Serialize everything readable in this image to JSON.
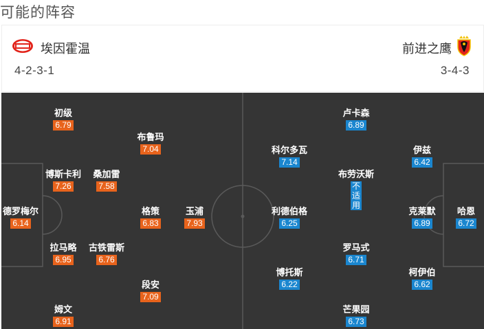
{
  "page": {
    "title": "可能的阵容"
  },
  "home": {
    "name": "埃因霍温",
    "formation": "4-2-3-1",
    "players": [
      {
        "name": "初级",
        "rating": "6.79"
      },
      {
        "name": "布鲁玛",
        "rating": "7.04"
      },
      {
        "name": "博斯卡利",
        "rating": "7.26"
      },
      {
        "name": "桑加雷",
        "rating": "7.58"
      },
      {
        "name": "德罗梅尔",
        "rating": "6.14"
      },
      {
        "name": "格策",
        "rating": "6.83"
      },
      {
        "name": "玉浦",
        "rating": "7.93"
      },
      {
        "name": "拉马略",
        "rating": "6.95"
      },
      {
        "name": "古铁雷斯",
        "rating": "6.76"
      },
      {
        "name": "段安",
        "rating": "7.09"
      },
      {
        "name": "姆文",
        "rating": "6.91"
      }
    ]
  },
  "away": {
    "name": "前进之鹰",
    "formation": "3-4-3",
    "players": [
      {
        "name": "卢卡森",
        "rating": "6.89"
      },
      {
        "name": "科尔多瓦",
        "rating": "7.14"
      },
      {
        "name": "伊兹",
        "rating": "6.42"
      },
      {
        "name": "布劳沃斯",
        "rating": "不适用"
      },
      {
        "name": "利德伯格",
        "rating": "6.25"
      },
      {
        "name": "克莱默",
        "rating": "6.89"
      },
      {
        "name": "哈恩",
        "rating": "6.72"
      },
      {
        "name": "罗马式",
        "rating": "6.71"
      },
      {
        "name": "博托斯",
        "rating": "6.22"
      },
      {
        "name": "柯伊伯",
        "rating": "6.62"
      },
      {
        "name": "芒果园",
        "rating": "6.73"
      }
    ]
  },
  "colors": {
    "home_rating": "#e8631c",
    "away_rating": "#1a86cf",
    "pitch": "#353535"
  }
}
